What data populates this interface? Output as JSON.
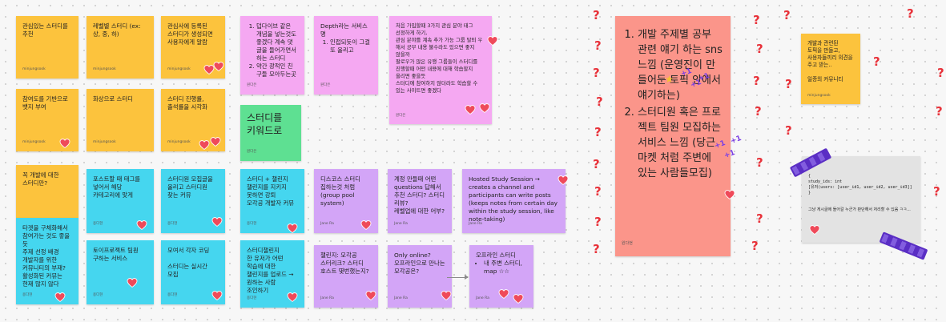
{
  "notes": {
    "y1": {
      "text": "관심있는 스터디를 추천",
      "author": "minjungsook"
    },
    "y2": {
      "text": "레벨별 스터디 (ex: 상, 중, 하)",
      "author": "minjungsook"
    },
    "y3": {
      "text": "관심사에 등록된 스터디가 생성되면 사용자에게 알람",
      "author": "minjungsook"
    },
    "y4": {
      "text": "참여도를 기반으로 뱃지 부여",
      "author": "minjungsook"
    },
    "y5": {
      "text": "화상으로 스터디",
      "author": "minjungsook"
    },
    "y6": {
      "text": "스터디 진행률, 출석률을 시각화",
      "author": "minjungsook"
    },
    "y7": {
      "text": "꼭 개발에 대한 스터디만?",
      "author": ""
    },
    "c1": {
      "text": "타겟을 구체화해서 참여가는 것도 좋을 듯\n주제 선정 배경\n개발자를 위한 커뮤니티의 부재? 활성화된 커뮤는 현재 많지 않다",
      "author": "용다현"
    },
    "c2": {
      "text": "포스트할 때 태그를 넣어서 해당 카테고리에 맞게",
      "author": "용다현"
    },
    "c3": {
      "text": "스터디원 모집글을 올리고 스터디원 찾는 커뮤",
      "author": "용다현"
    },
    "c4": {
      "text": "스터디 + 챌린지\n챌린지를 지키지 못하면 강퇴\n모각공 개발자 커뮤",
      "author": "용다현"
    },
    "c5": {
      "text": "토이프로젝트 팀원 구하는 서비스",
      "author": "용다현"
    },
    "c6": {
      "text": "모여서 각자 코딩\n\n스터디는 실시간 모집",
      "author": "용다현"
    },
    "c7": {
      "text": "스터디챌린지\n한 유저가 어떤 학습에 대한 챌린지를 업로드 → 원하는 사람 조인하기",
      "author": "용다현"
    },
    "p1": {
      "items": [
        "덥다이브 같은 개념을 넣는것도 좋겠다 계속 댓글을 들어가면서 하는 스터디",
        "약간 광적인 친구들 모아두는곳"
      ],
      "author": "원다은"
    },
    "p2": {
      "title": "Depth라는 서비스 명",
      "items": [
        "인접되듯이 그걸 또 올리고"
      ],
      "author": "원다은"
    },
    "p3": {
      "text": "처음 가입할때 3가지 관심 분야 태그 선정하게 하기,\n관심 분야를 계속 추가 가능 그룹 탈퇴 우 해서 공부 내용 불수라도 있으면 좋지 않을까\n팔로우가 많은 유행 그룹들이 스터디를 진행할때 어떤 내용에 대해 학습할지 올리면 좋을듯\n스터디에 참여하지 않더라도 학습할 수 있는 사이트면 좋겠다",
      "author": "원다은"
    },
    "g1": {
      "text": "스터디를 키워드로",
      "author": "원다은"
    },
    "v1": {
      "text": "디스코스 스터디 집하는것 처럼 (group pool system)",
      "author": "Jane Ra"
    },
    "v2": {
      "text": "계정 만들때 어떤 questions 답해서 추천 스터디? 스터디 리뷰?\n레벨업에 대한 어부?",
      "author": "Jane Ra"
    },
    "v3": {
      "text": "Hosted Study Session → creates a channel and participants can write posts (keeps notes from certain day within the study session, like note-taking)",
      "author": "Jane Ra"
    },
    "v4": {
      "text": "챌린지: 모각공 스터리크? 스터디 호스트 몇번했는지?",
      "author": "Jane Ra"
    },
    "v5": {
      "text": "Only online? 오프라인으로 만나는 모각공은?",
      "author": "Jane Ra"
    },
    "v6": {
      "title": "오프라인 스터디",
      "items": [
        "내 주변 스터디, map ☆☆"
      ],
      "author": "Jane Ra"
    },
    "r1": {
      "items": [
        "개발 주제별 공부 관련 얘기 하는 sns 느낌 (운영진이 만들어둔 토픽 안에서 얘기하는)",
        "스터디원 혹은 프로젝트 팀원 모집하는 서비스 느낌 (당근마켓 처럼 주변에 있는 사람들모집)"
      ],
      "author": "원다현"
    },
    "y8": {
      "text": "개발과 관련된 토픽을 만들고, 사용자들끼리 의견을 주고 받는..\n\n일종의 커뮤니티",
      "author": "minjungsook"
    },
    "gr1": {
      "code": "{\n  study_ids: int\n  [유저(users: [user_id1, user_id2, user_id3]]\n}",
      "text": "그냥 게시글에 들어갈 누군가 판단해서 처리할 수 있음 ㅋㅋ...",
      "author": ""
    }
  },
  "plus_labels": [
    "+1",
    "+1",
    "+1",
    "+1",
    "+1",
    "+1"
  ],
  "colors": {
    "yellow": "#fcc33d",
    "cyan": "#45d6ef",
    "pink": "#f5a8f2",
    "violet": "#d3a5f7",
    "green": "#5ee092",
    "salmon": "#fb958a",
    "heart": "#ef4a5a",
    "question": "#e8323a"
  },
  "icons": {
    "heart": "heart-icon",
    "question": "question-mark-icon",
    "star": "star-icon"
  }
}
